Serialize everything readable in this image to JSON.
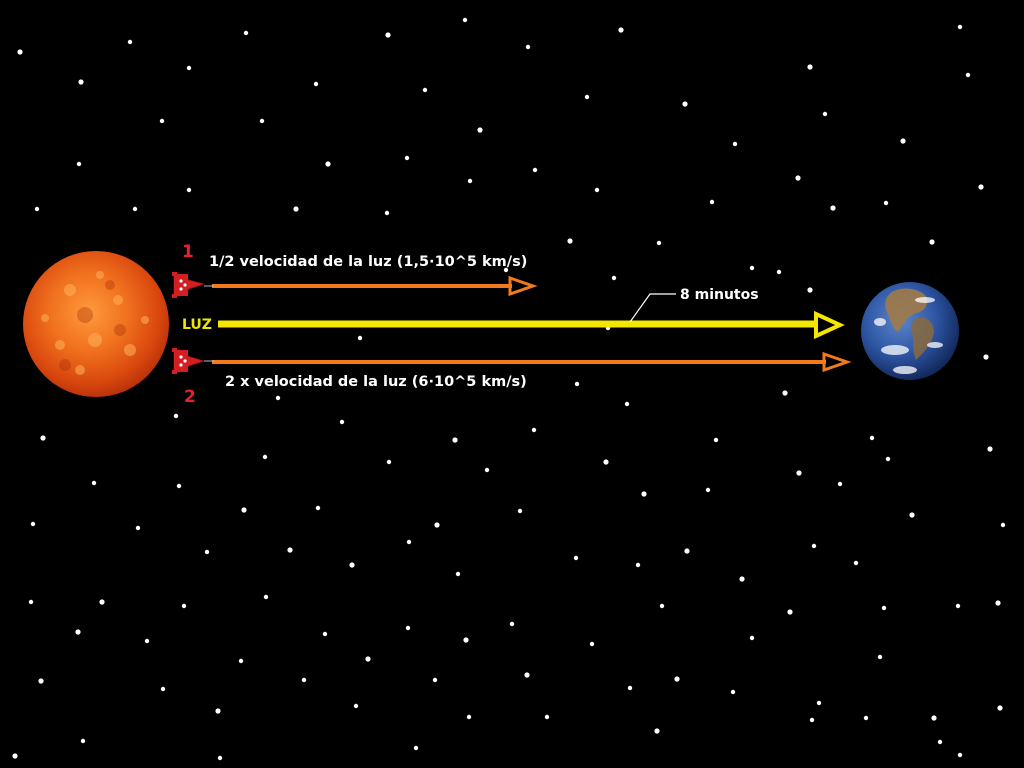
{
  "labels": {
    "ship1_number": "1",
    "ship1_speed": "1/2 velocidad de la luz (1,5·10^5 km/s)",
    "light": "LUZ",
    "travel_time": "8 minutos",
    "ship2_speed": "2 x velocidad de la luz (6·10^5 km/s)",
    "ship2_number": "2"
  },
  "colors": {
    "background": "#000000",
    "star": "#ffffff",
    "light_ray": "#f5e600",
    "ship_arrow": "#f07a1e",
    "number_label": "#e8202a",
    "sun": "#e8641a",
    "earth_ocean": "#2d56a8"
  },
  "objects": {
    "sun": "sun-image",
    "earth": "earth-image",
    "ship1": "rocket-icon",
    "ship2": "rocket-icon"
  }
}
